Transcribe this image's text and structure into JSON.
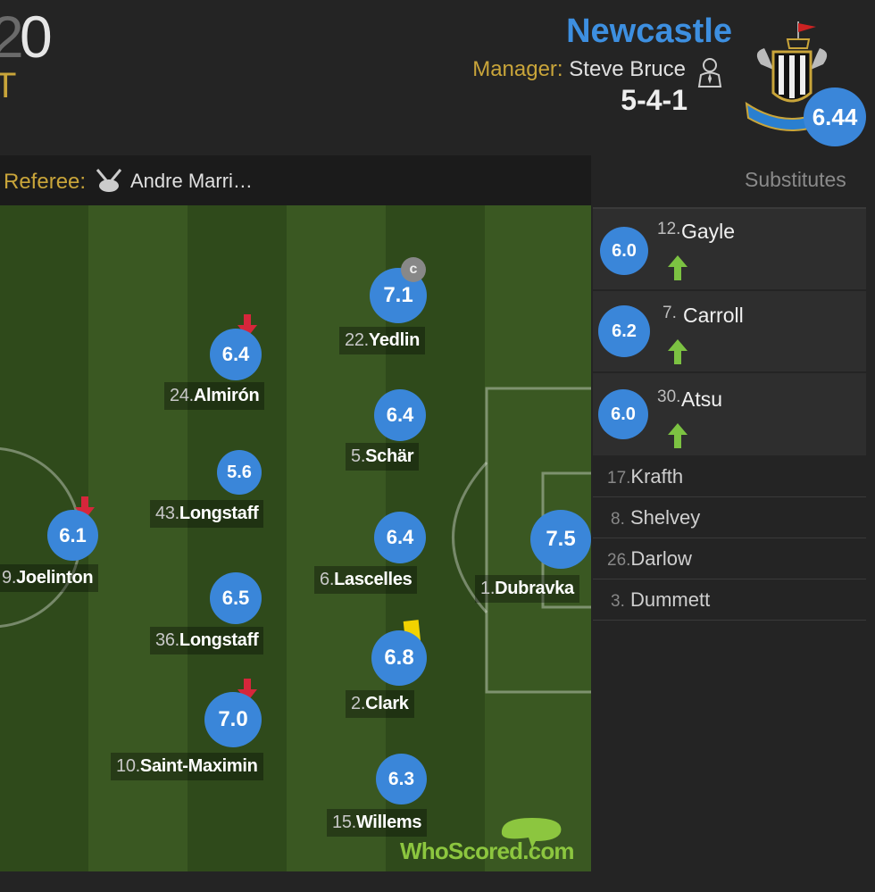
{
  "header": {
    "score_prefix": "2",
    "score": "0",
    "ft_label": "T",
    "team_name": "Newcastle",
    "manager_label": "Manager:",
    "manager_name": "Steve Bruce",
    "formation": "5-4-1",
    "team_rating": "6.44"
  },
  "referee": {
    "label": "Referee:",
    "name": "Andre Marri…"
  },
  "players": [
    {
      "number": "22.",
      "name": "Yedlin",
      "rating": "7.1",
      "event": "captain"
    },
    {
      "number": "24.",
      "name": "Almirón",
      "rating": "6.4",
      "event": "sub-off"
    },
    {
      "number": "5.",
      "name": "Schär",
      "rating": "6.4",
      "event": ""
    },
    {
      "number": "43.",
      "name": "Longstaff",
      "rating": "5.6",
      "event": ""
    },
    {
      "number": "9.",
      "name": "Joelinton",
      "rating": "6.1",
      "event": "sub-off"
    },
    {
      "number": "6.",
      "name": "Lascelles",
      "rating": "6.4",
      "event": ""
    },
    {
      "number": "1.",
      "name": "Dubravka",
      "rating": "7.5",
      "event": ""
    },
    {
      "number": "36.",
      "name": "Longstaff",
      "rating": "6.5",
      "event": ""
    },
    {
      "number": "2.",
      "name": "Clark",
      "rating": "6.8",
      "event": "yellow-card"
    },
    {
      "number": "10.",
      "name": "Saint-Maximin",
      "rating": "7.0",
      "event": "sub-off"
    },
    {
      "number": "15.",
      "name": "Willems",
      "rating": "6.3",
      "event": ""
    }
  ],
  "captain_badge": "c",
  "watermark": "WhoScored.com",
  "substitutes": {
    "title": "Substitutes",
    "used": [
      {
        "number": "12.",
        "name": "Gayle",
        "rating": "6.0"
      },
      {
        "number": "7.",
        "name": "Carroll",
        "rating": "6.2"
      },
      {
        "number": "30.",
        "name": "Atsu",
        "rating": "6.0"
      }
    ],
    "unused": [
      {
        "number": "17.",
        "name": "Krafth"
      },
      {
        "number": "8.",
        "name": "Shelvey"
      },
      {
        "number": "26.",
        "name": "Darlow"
      },
      {
        "number": "3.",
        "name": "Dummett"
      }
    ]
  },
  "colors": {
    "background": "#242424",
    "rating_blue": "#3a86d9",
    "team_blue": "#3d8fe0",
    "gold": "#c9a53a",
    "pitch_dark": "#2f4a1b",
    "pitch_light": "#3a5822",
    "sub_off_arrow": "#d6263b",
    "sub_on_arrow": "#7cc242",
    "yellow_card": "#f2d200"
  }
}
